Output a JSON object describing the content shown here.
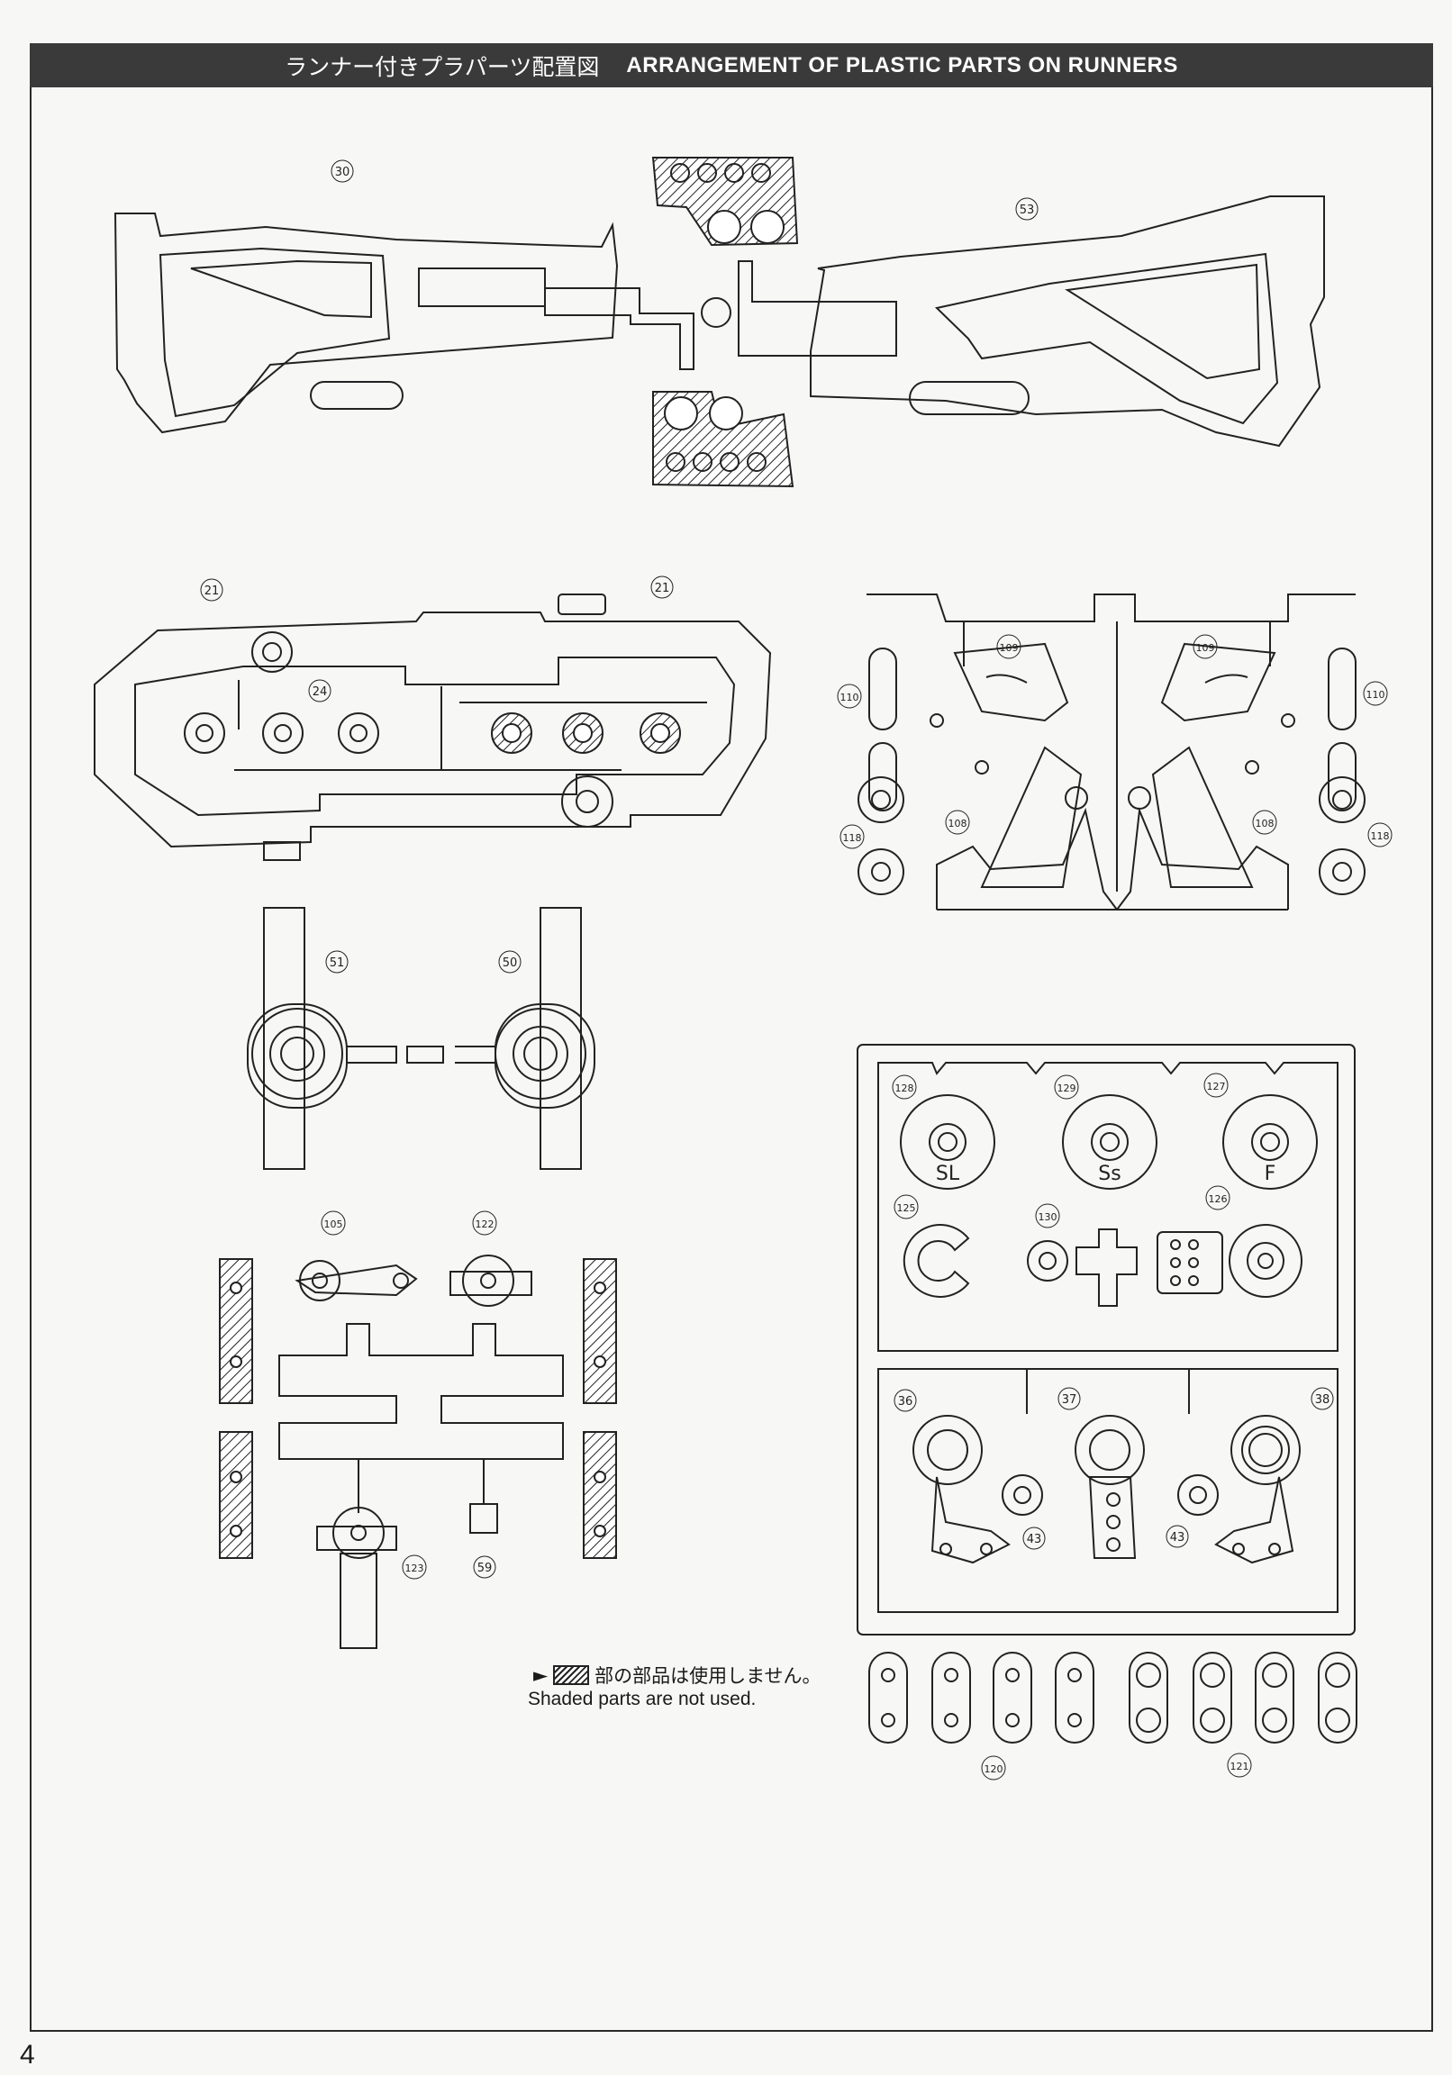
{
  "header": {
    "title_jp": "ランナー付きプラパーツ配置図",
    "title_en": "ARRANGEMENT OF PLASTIC PARTS ON RUNNERS"
  },
  "part_numbers": {
    "p30": "30",
    "p53": "53",
    "p21a": "21",
    "p21b": "21",
    "p24": "24",
    "p109a": "109",
    "p109b": "109",
    "p110a": "110",
    "p110b": "110",
    "p108a": "108",
    "p108b": "108",
    "p118a": "118",
    "p118b": "118",
    "p51": "51",
    "p50": "50",
    "p105": "105",
    "p122": "122",
    "p123": "123",
    "p59": "59",
    "p128": "128",
    "p129": "129",
    "p127": "127",
    "p125": "125",
    "p130": "130",
    "p126": "126",
    "p36": "36",
    "p37": "37",
    "p38": "38",
    "p43a": "43",
    "p43b": "43",
    "p120": "120",
    "p121": "121"
  },
  "part_marks": {
    "sl": "SL",
    "ss": "Ss",
    "f": "F"
  },
  "note": {
    "jp": "部の部品は使用しません。",
    "en": "Shaded parts are not used."
  },
  "page_number": "4"
}
